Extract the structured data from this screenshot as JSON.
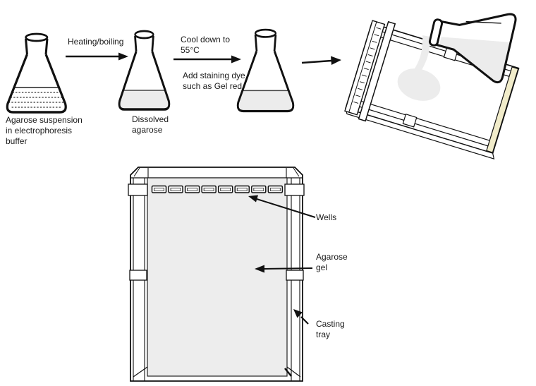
{
  "diagram": {
    "type": "process-flow",
    "subject": "agarose-gel-preparation",
    "steps": {
      "flask1_label": "Agarose suspension in electrophoresis buffer",
      "arrow1_label": "Heating/boiling",
      "flask2_label": "Dissolved agarose",
      "arrow2_label_top": "Cool down to 55°C",
      "arrow2_label_bottom": "Add staining dye such as Gel red"
    },
    "tray": {
      "wells_label": "Wells",
      "gel_label": "Agarose gel",
      "tray_label": "Casting tray",
      "wells_count": 8
    },
    "colors": {
      "outline": "#111111",
      "liquid_gray": "#ececec",
      "gel_gray": "#ededed",
      "tray_edge_cream": "#f1ecca",
      "background": "#ffffff"
    }
  }
}
